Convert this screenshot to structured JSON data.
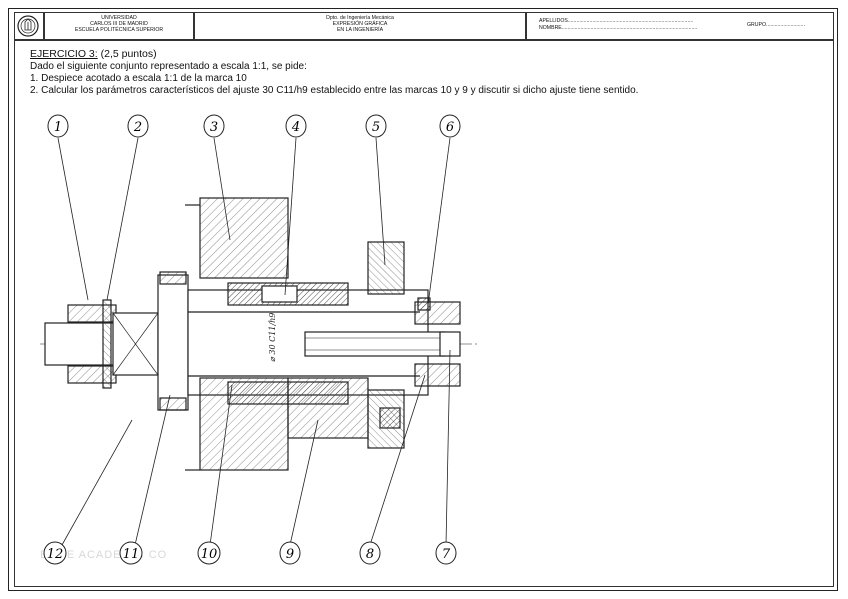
{
  "header": {
    "university": [
      "UNIVERSIDAD",
      "CARLOS III DE MADRID",
      "ESCUELA POLITÉCNICA SUPERIOR"
    ],
    "department": [
      "Dpto. de Ingeniería Mecánica",
      "EXPRESIÓN GRÁFICA",
      "EN LA INGENIERÍA"
    ],
    "apellidos_label": "APELLIDOS.......................................................................................",
    "nombre_label": "NOMBRE..............................................................................................",
    "grupo_label": "GRUPO..........................."
  },
  "exercise": {
    "title_underlined": "EJERCICIO 3:",
    "points": " (2,5 puntos)",
    "intro": "Dado el siguiente conjunto representado a escala 1:1, se pide:",
    "item1": "1. Despiece acotado a escala 1:1 de la marca 10",
    "item2": "2. Calcular los parámetros característicos del ajuste 30 C11/h9 establecido entre las marcas 10 y 9 y discutir si dicho ajuste tiene sentido."
  },
  "drawing": {
    "top_marks": [
      "1",
      "2",
      "3",
      "4",
      "5",
      "6"
    ],
    "bottom_marks": [
      "12",
      "11",
      "10",
      "9",
      "8",
      "7"
    ],
    "fit_label": "⌀ 30 C11/h9",
    "watermark": "EDGE ACADEMIC CO"
  }
}
